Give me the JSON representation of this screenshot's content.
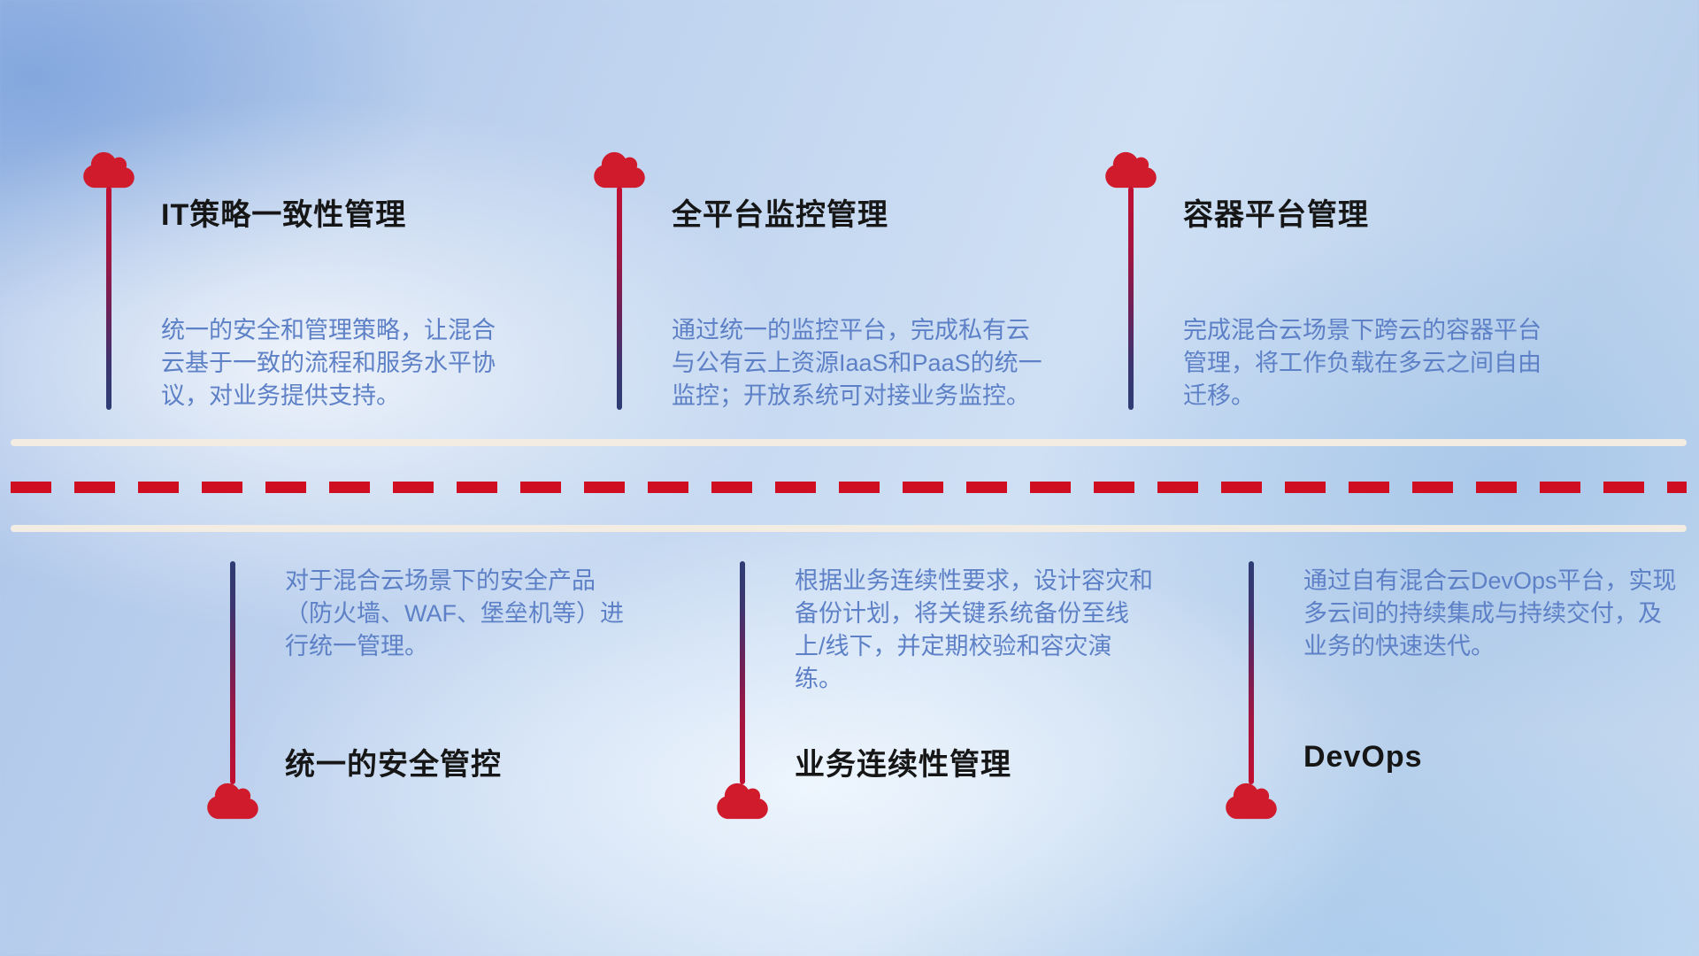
{
  "colors": {
    "cloud_red": "#d01b2c",
    "dash_red": "#cf0e22",
    "road_line": "#f3ece3",
    "title_text": "#161616",
    "description_text": "#5d80c6",
    "pole_gradient_start": "#c21031",
    "pole_gradient_end": "#2e3d74"
  },
  "top_items": [
    {
      "icon": "cloud-icon",
      "title": "IT策略一致性管理",
      "description": "统一的安全和管理策略，让混合云基于一致的流程和服务水平协议，对业务提供支持。"
    },
    {
      "icon": "cloud-icon",
      "title": "全平台监控管理",
      "description": "通过统一的监控平台，完成私有云与公有云上资源IaaS和PaaS的统一监控；开放系统可对接业务监控。"
    },
    {
      "icon": "cloud-icon",
      "title": "容器平台管理",
      "description": "完成混合云场景下跨云的容器平台管理，将工作负载在多云之间自由迁移。"
    }
  ],
  "bottom_items": [
    {
      "icon": "cloud-icon",
      "title": "统一的安全管控",
      "description": "对于混合云场景下的安全产品（防火墙、WAF、堡垒机等）进行统一管理。"
    },
    {
      "icon": "cloud-icon",
      "title": "业务连续性管理",
      "description": "根据业务连续性要求，设计容灾和备份计划，将关键系统备份至线上/线下，并定期校验和容灾演练。"
    },
    {
      "icon": "cloud-icon",
      "title": "DevOps",
      "description": "通过自有混合云DevOps平台，实现多云间的持续集成与持续交付，及业务的快速迭代。"
    }
  ]
}
